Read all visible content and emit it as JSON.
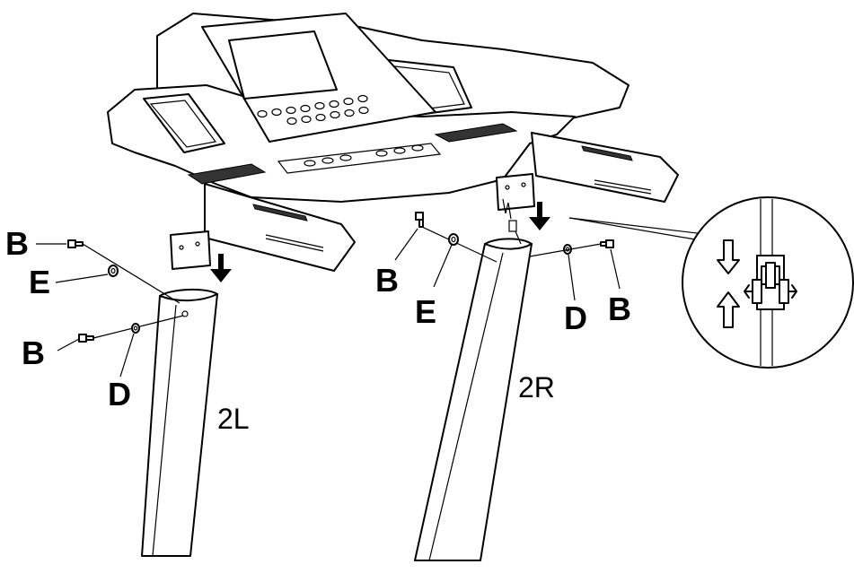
{
  "labels": {
    "left_screw_top": "B",
    "left_washer_e": "E",
    "left_screw_bottom": "B",
    "left_washer_d": "D",
    "left_post": "2L",
    "right_screw_left": "B",
    "right_washer_e": "E",
    "right_washer_d": "D",
    "right_screw_right": "B",
    "right_post": "2R"
  },
  "icons": {
    "down_arrow": "arrow-down",
    "up_arrow": "arrow-up",
    "connector": "cable-connector"
  },
  "colors": {
    "ink": "#000000",
    "paper": "#ffffff"
  }
}
